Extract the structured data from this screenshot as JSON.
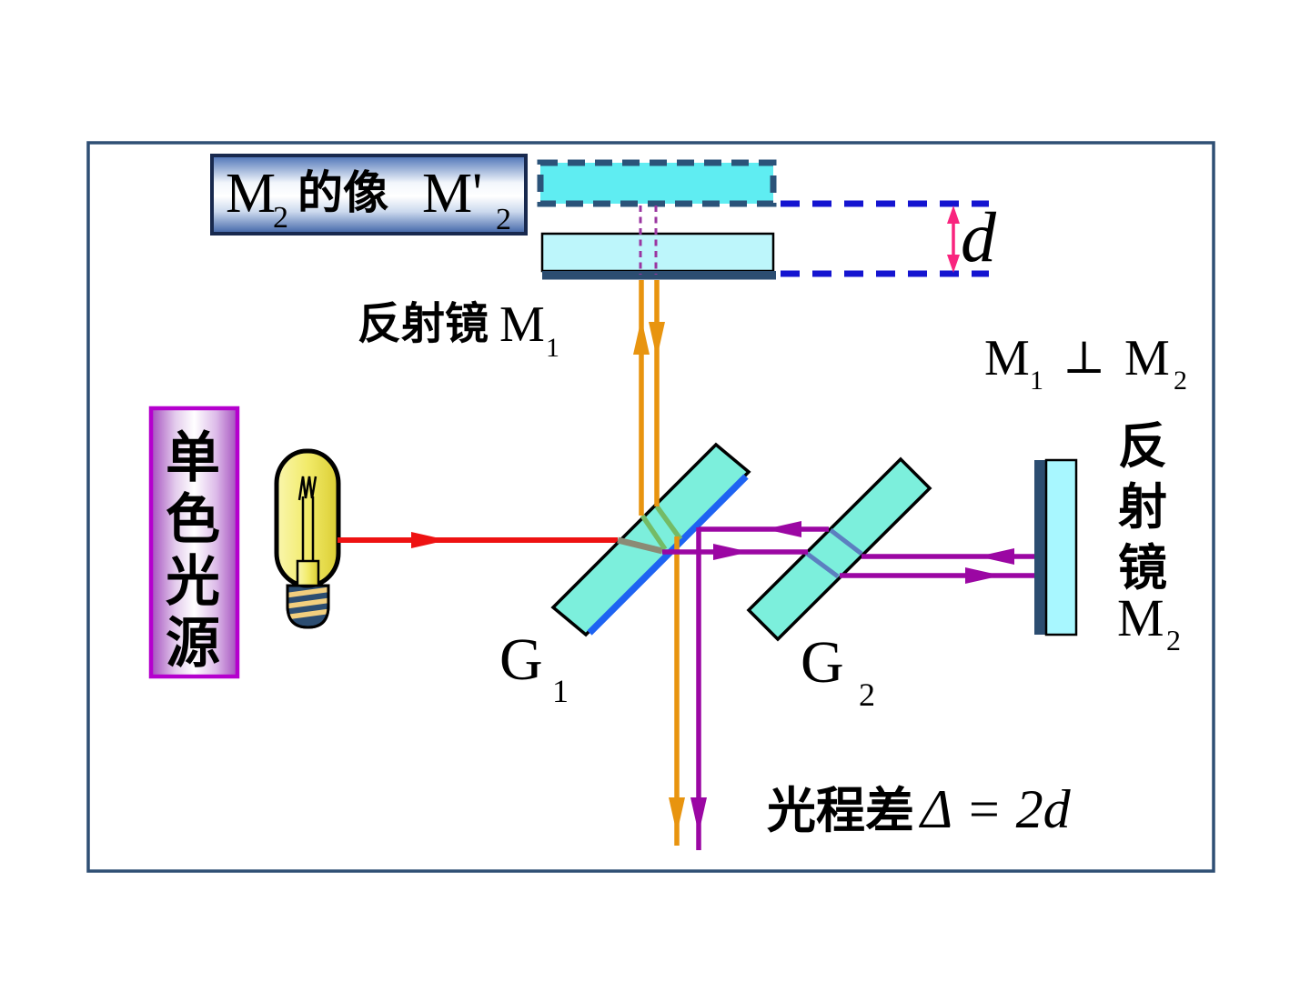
{
  "colors": {
    "frame": "#2F4F74",
    "cyan-bright": "#5FEDF2",
    "slate-dash": "#2B5379",
    "pale-cyan": "#BDF6FB",
    "navy": "#2C4D71",
    "blue-dash": "#1414D0",
    "pink": "#F9247E",
    "magenta-dash": "#9A35A0",
    "orange": "#E8940F",
    "red": "#EE1212",
    "plate": "#7CEFDC",
    "coating": "#1E63F2",
    "gray-ray": "#8B8B75",
    "green-ray": "#74BB66",
    "steel-seg": "#5C7FC0",
    "purple": "#9B07A3",
    "m2-glass": "#A8F7FF",
    "source-border": "#B500CE",
    "ink": "#000000"
  },
  "texts": {
    "m2box": {
      "m": "M",
      "sub": "2",
      "mid": "的像",
      "mp": "M'",
      "sub2": "2"
    },
    "m1label": {
      "hanzi": "反射镜",
      "m": "M",
      "sub": "1"
    },
    "perp": {
      "m1": "M",
      "sub1": "1",
      "op": "⊥",
      "m2": "M",
      "sub2": "2"
    },
    "d": "d",
    "source": {
      "c1": "单",
      "c2": "色",
      "c3": "光",
      "c4": "源"
    },
    "g1": {
      "g": "G",
      "sub": "1"
    },
    "g2": {
      "g": "G",
      "sub": "2"
    },
    "m2label": {
      "c1": "反",
      "c2": "射",
      "c3": "镜",
      "m": "M",
      "sub": "2"
    },
    "formula": {
      "hanzi": "光程差",
      "expr": "Δ = 2d"
    }
  }
}
